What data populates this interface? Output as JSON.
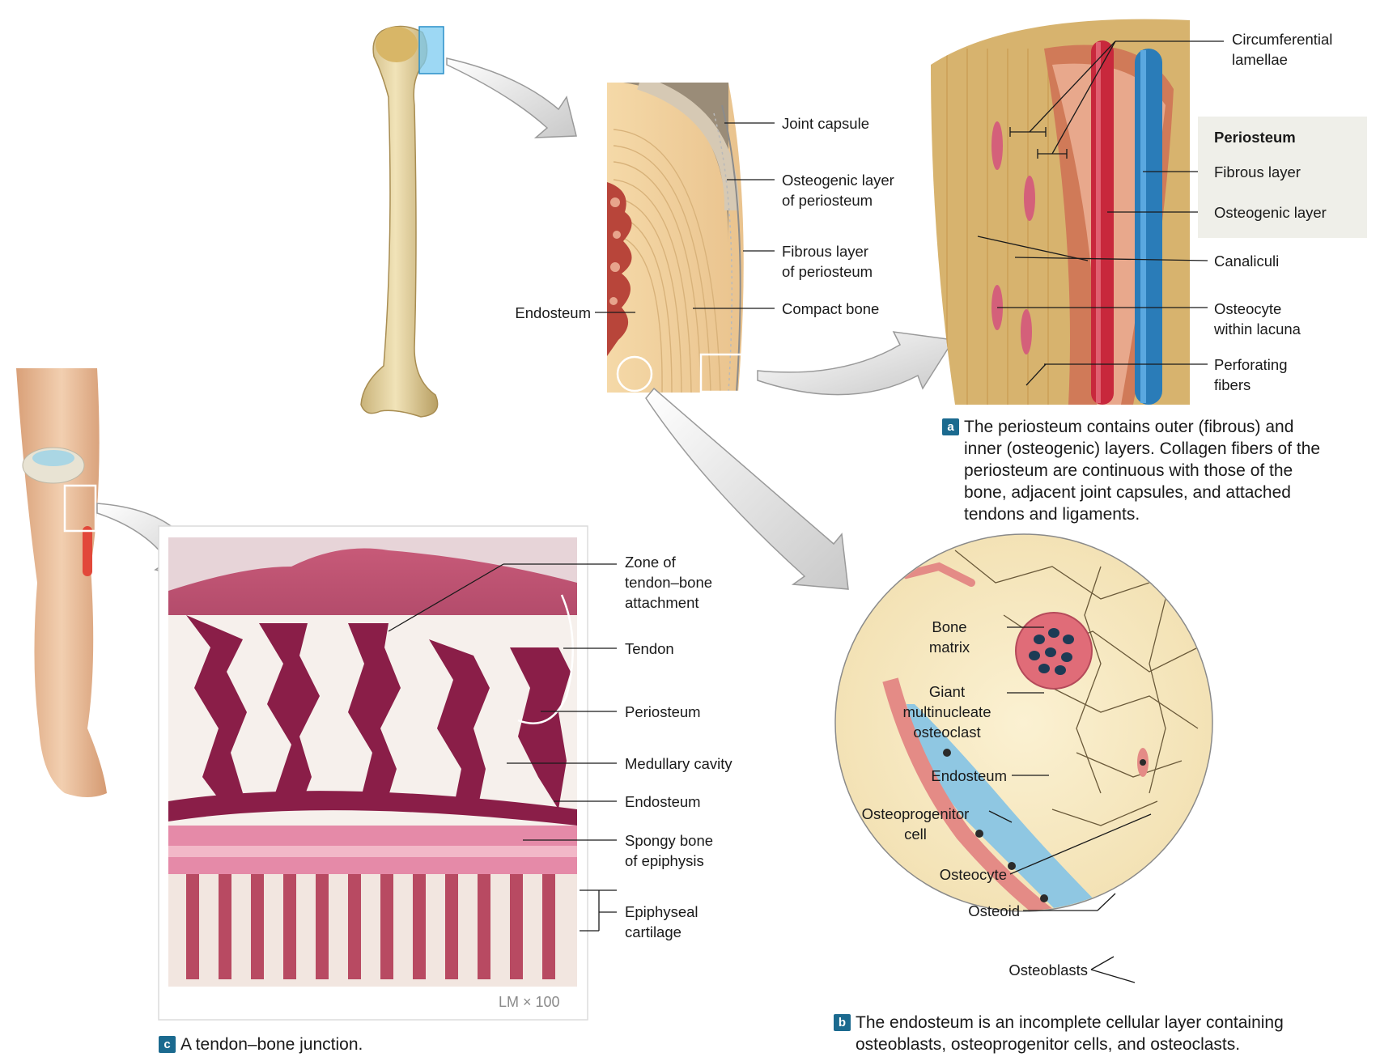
{
  "colors": {
    "badge": "#1b6a8f",
    "bone": "#e8d7a2",
    "marrow_pink": "#b53b5a",
    "artery": "#c8283c",
    "vein": "#2a7cb8",
    "highlight_blue": "#7ccbf0"
  },
  "humerus_view": {
    "labels": {
      "joint_capsule": "Joint capsule",
      "osteogenic_layer": [
        "Osteogenic layer",
        "of periosteum"
      ],
      "fibrous_layer": [
        "Fibrous layer",
        "of periosteum"
      ],
      "compact_bone": "Compact bone",
      "endosteum": "Endosteum"
    }
  },
  "panel_a": {
    "labels": {
      "circumferential_lamellae": [
        "Circumferential",
        "lamellae"
      ],
      "legend_title": "Periosteum",
      "fibrous_layer": "Fibrous layer",
      "osteogenic_layer": "Osteogenic layer",
      "canaliculi": "Canaliculi",
      "osteocyte": [
        "Osteocyte",
        "within lacuna"
      ],
      "perforating_fibers": [
        "Perforating",
        "fibers"
      ]
    },
    "badge": "a",
    "caption": [
      "The periosteum contains outer (fibrous) and",
      "inner (osteogenic) layers. Collagen fibers of the",
      "periosteum are continuous with those of the",
      "bone, adjacent joint capsules, and attached",
      "tendons and ligaments."
    ]
  },
  "panel_b": {
    "labels": {
      "bone_matrix": [
        "Bone",
        "matrix"
      ],
      "osteoclast": [
        "Giant",
        "multinucleate",
        "osteoclast"
      ],
      "endosteum": "Endosteum",
      "osteoprogenitor": [
        "Osteoprogenitor",
        "cell"
      ],
      "osteocyte": "Osteocyte",
      "osteoid": "Osteoid",
      "osteoblasts": "Osteoblasts"
    },
    "badge": "b",
    "caption": [
      "The endosteum is an incomplete cellular layer containing",
      "osteoblasts, osteoprogenitor cells, and osteoclasts."
    ]
  },
  "panel_c": {
    "labels": {
      "zone": [
        "Zone of",
        "tendon–bone",
        "attachment"
      ],
      "tendon": "Tendon",
      "periosteum": "Periosteum",
      "medullary_cavity": "Medullary cavity",
      "endosteum": "Endosteum",
      "spongy_bone": [
        "Spongy bone",
        "of epiphysis"
      ],
      "epiphyseal_cartilage": [
        "Epiphyseal",
        "cartilage"
      ]
    },
    "magnification": "LM × 100",
    "badge": "c",
    "caption": "A tendon–bone junction."
  }
}
